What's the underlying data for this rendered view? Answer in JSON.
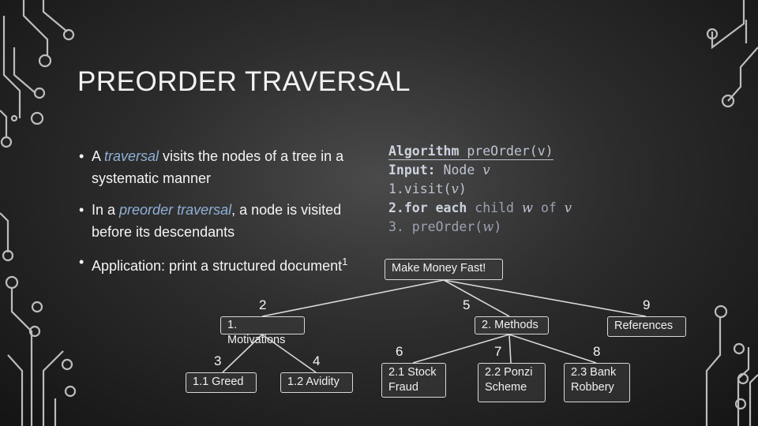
{
  "slide": {
    "title": "PREORDER TRAVERSAL",
    "bullets": [
      {
        "pre": "A ",
        "em": "traversal",
        "post": " visits the nodes of a tree in a systematic manner"
      },
      {
        "pre": "In a ",
        "em": "preorder traversal",
        "post": ", a node is visited before its descendants"
      },
      {
        "text": "Application: print a structured document",
        "sup": "1"
      }
    ],
    "algorithm": {
      "line1_kw": "Algorithm",
      "line1_rest": " preOrder(v)",
      "line2_kw": "Input:",
      "line2_rest": " Node ",
      "line2_var": "v",
      "line3": "1.visit(",
      "line3_var": "v",
      "line3_end": ")",
      "line4_kw": "2.for each",
      "line4_rest": " child ",
      "line4_var1": "w",
      "line4_of": " of ",
      "line4_var2": "v",
      "line5": "3.   preOrder(",
      "line5_var": "w",
      "line5_end": ")"
    },
    "tree": {
      "root": {
        "label": "Make Money Fast!"
      },
      "nodes": [
        {
          "key": "motivations",
          "label": "1. Motivations",
          "order": "2"
        },
        {
          "key": "methods",
          "label": "2. Methods",
          "order": "5"
        },
        {
          "key": "references",
          "label": "References",
          "order": "9"
        },
        {
          "key": "greed",
          "label": "1.1 Greed",
          "order": "3"
        },
        {
          "key": "avidity",
          "label": "1.2 Avidity",
          "order": "4"
        },
        {
          "key": "stock",
          "label": "2.1 Stock Fraud",
          "order": "6"
        },
        {
          "key": "ponzi",
          "label": "2.2 Ponzi Scheme",
          "order": "7"
        },
        {
          "key": "bank",
          "label": "2.3 Bank Robbery",
          "order": "8"
        }
      ]
    }
  },
  "colors": {
    "highlight": "#8fb0d6",
    "text": "#f4f4f4",
    "line": "#d8d8d8"
  }
}
